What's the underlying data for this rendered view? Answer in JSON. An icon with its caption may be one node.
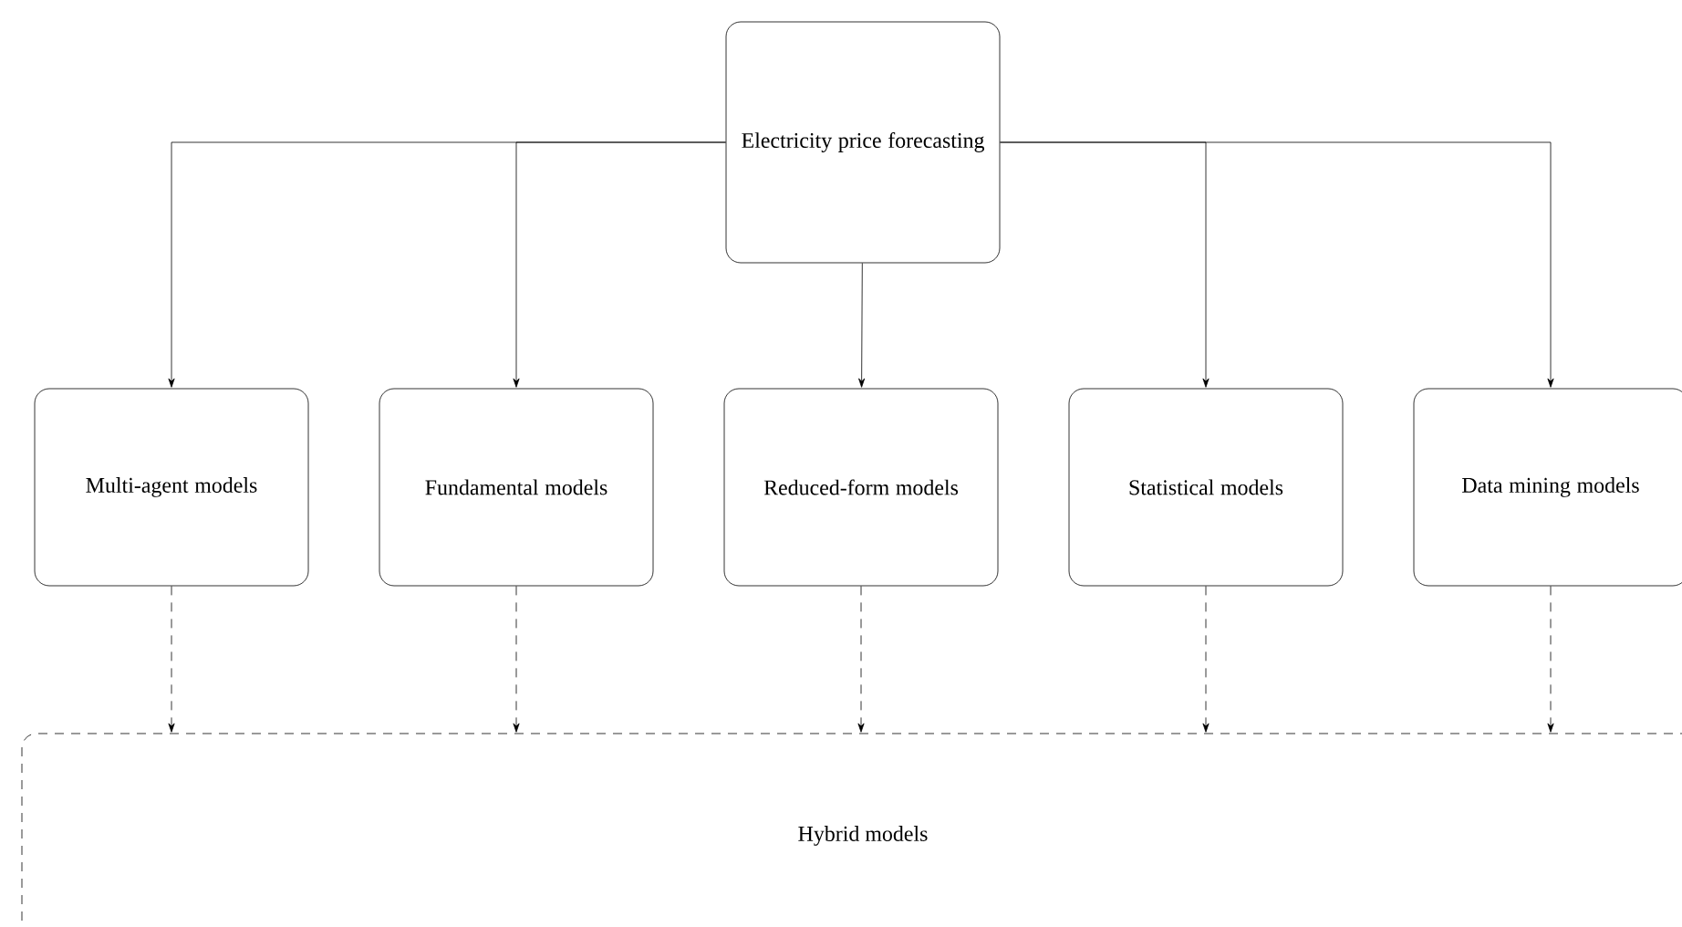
{
  "diagram": {
    "nodes": [
      {
        "text": [
          "Electricity price forecasting"
        ]
      },
      {
        "text": [
          "Multi-agent models"
        ]
      },
      {
        "text": [
          "Fundamental models"
        ]
      },
      {
        "text": [
          "Reduced-form models"
        ]
      },
      {
        "text": [
          "Statistical models"
        ]
      },
      {
        "text": [
          "Data mining models"
        ]
      },
      {
        "text": [
          "Hybrid models"
        ]
      }
    ],
    "edges": [
      {
        "from": 0,
        "to": 1,
        "arrow": "to"
      },
      {
        "from": 0,
        "to": 2,
        "arrow": "to"
      },
      {
        "from": 0,
        "to": 3,
        "arrow": "to"
      },
      {
        "from": 0,
        "to": 4,
        "arrow": "to"
      },
      {
        "from": 0,
        "to": 5,
        "arrow": "to"
      },
      {
        "from": 1,
        "to": 6,
        "arrow": "to",
        "style": "dashed"
      },
      {
        "from": 2,
        "to": 6,
        "arrow": "to",
        "style": "dashed"
      },
      {
        "from": 3,
        "to": 6,
        "arrow": "to",
        "style": "dashed"
      },
      {
        "from": 4,
        "to": 6,
        "arrow": "to",
        "style": "dashed"
      },
      {
        "from": 5,
        "to": 6,
        "arrow": "to",
        "style": "dashed"
      }
    ]
  }
}
